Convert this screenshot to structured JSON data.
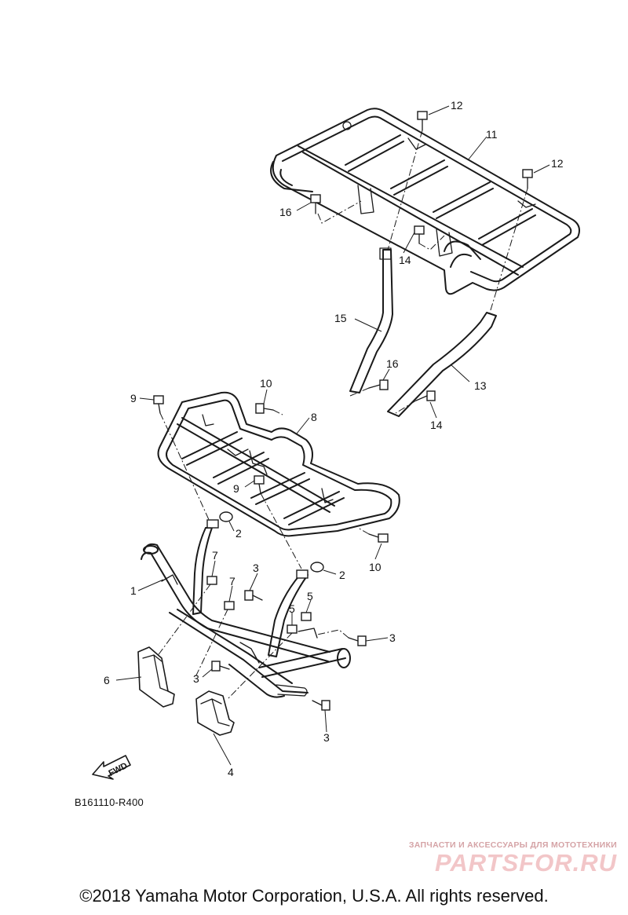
{
  "diagram": {
    "code": "B161110-R400",
    "fwd_label": "FWD",
    "callouts": {
      "c1": "1",
      "c2a": "2",
      "c2b": "2",
      "c3a": "3",
      "c3b": "3",
      "c3c": "3",
      "c3d": "3",
      "c4": "4",
      "c5a": "5",
      "c5b": "5",
      "c6": "6",
      "c7a": "7",
      "c7b": "7",
      "c8": "8",
      "c9a": "9",
      "c9b": "9",
      "c10a": "10",
      "c10b": "10",
      "c11": "11",
      "c12a": "12",
      "c12b": "12",
      "c13": "13",
      "c14a": "14",
      "c14b": "14",
      "c15": "15",
      "c16a": "16",
      "c16b": "16"
    }
  },
  "watermark": {
    "tagline": "ЗАПЧАСТИ И АКСЕССУАРЫ ДЛЯ МОТОТЕХНИКИ",
    "logo": "PARTSFOR.RU"
  },
  "copyright": "©2018 Yamaha Motor Corporation, U.S.A. All rights reserved.",
  "colors": {
    "line": "#1a1a1a",
    "watermark": "#f2c6c8"
  }
}
